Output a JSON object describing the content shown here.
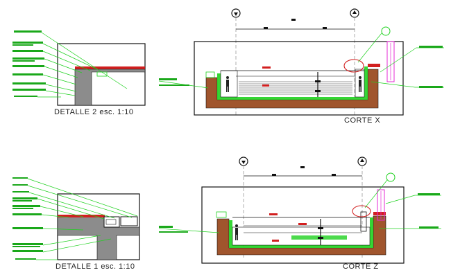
{
  "captions": {
    "detail_2": "DETALLE 2  esc. 1:10",
    "section_x": "CORTE X",
    "detail_1": "DETALLE 1  esc. 1:10",
    "section_z": "CORTE Z"
  },
  "colors": {
    "outline": "#111111",
    "leader": "#1fd11f",
    "earth": "#a0552d",
    "concrete": "#8c8c8c",
    "finish": "#d21f1f",
    "accent": "#e62ad6",
    "grid": "#9a9a9a"
  }
}
